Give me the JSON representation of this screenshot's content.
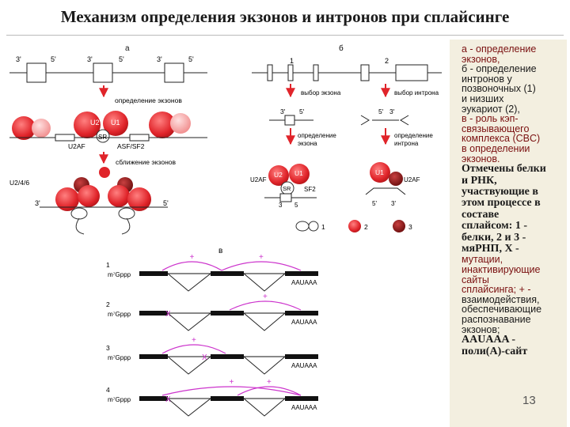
{
  "title": "Механизм определения экзонов и интронов при сплайсинге",
  "slide_number": "13",
  "colors": {
    "red": "#e0242a",
    "pink": "#f4a0a0",
    "dark": "#8b1212",
    "magenta": "#cc33cc",
    "panel": "#f3efe0"
  },
  "panel_a": {
    "letter": "а",
    "sites": [
      "3'",
      "5'",
      "3'",
      "5'",
      "3'",
      "5'"
    ],
    "step1": "определение экзонов",
    "u2": "U2",
    "u1": "U1",
    "sr": "SR",
    "u2af": "U2AF",
    "asf": "ASF/SF2",
    "step2": "сближение экзонов",
    "u246": "U2/4/6",
    "left_3": "3'",
    "right_5": "5'"
  },
  "panel_b": {
    "letter": "б",
    "num1": "1",
    "num2": "2",
    "choice_exon": "выбор экзона",
    "choice_intron": "выбор интрона",
    "mid_3": "3'",
    "mid_5": "5'",
    "r_5": "5'",
    "r_3": "3'",
    "def_exon_1": "определение",
    "def_exon_2": "экзона",
    "def_intron_1": "определение",
    "def_intron_2": "интрона",
    "u2": "U2",
    "u1": "U1",
    "sr": "SR",
    "sf2": "SF2",
    "u2af_l": "U2AF",
    "u1_r": "U1",
    "u2af_r": "U2AF",
    "bot_3": "3",
    "bot_5": "5",
    "r_bot_3": "3'",
    "r_bot_5": "5'",
    "legend": [
      "1",
      "2",
      "3"
    ]
  },
  "panel_c": {
    "letter": "в",
    "rows": [
      {
        "num": "1",
        "cap": "m⁷Gppp",
        "polyA": "AAUAAA"
      },
      {
        "num": "2",
        "cap": "m⁷Gppp",
        "polyA": "AAUAAA"
      },
      {
        "num": "3",
        "cap": "m⁷Gppp",
        "polyA": "AAUAAA"
      },
      {
        "num": "4",
        "cap": "m⁷Gppp",
        "polyA": "AAUAAA"
      }
    ],
    "plus": "+",
    "x": "X"
  },
  "legend_text": [
    {
      "t": "а - определение",
      "c": "dark"
    },
    {
      "t": "экзонов,",
      "c": "dark"
    },
    {
      "t": "б - определение",
      "c": ""
    },
    {
      "t": "интронов у",
      "c": ""
    },
    {
      "t": "позвоночных (1)",
      "c": ""
    },
    {
      "t": "и низших",
      "c": ""
    },
    {
      "t": "эукариот (2),",
      "c": ""
    },
    {
      "t": "в - роль кэп-",
      "c": "dark"
    },
    {
      "t": "связывающего",
      "c": "dark"
    },
    {
      "t": "комплекса (CBC)",
      "c": "dark"
    },
    {
      "t": "в определении",
      "c": "dark"
    },
    {
      "t": "экзонов.",
      "c": "dark"
    },
    {
      "t": "Отмечены белки",
      "c": "bold"
    },
    {
      "t": "и РНК,",
      "c": "bold"
    },
    {
      "t": "участвующие в",
      "c": "bold"
    },
    {
      "t": "этом процессе в",
      "c": "bold"
    },
    {
      "t": "составе",
      "c": "bold"
    },
    {
      "t": "сплайсом: 1 -",
      "c": "bold"
    },
    {
      "t": "белки, 2 и 3 -",
      "c": "bold"
    },
    {
      "t": "мяРНП, X -",
      "c": "bold"
    },
    {
      "t": "мутации,",
      "c": "dark"
    },
    {
      "t": "инактивирующие",
      "c": "dark"
    },
    {
      "t": "сайты",
      "c": "dark"
    },
    {
      "t": "сплайсинга; + -",
      "c": "dark"
    },
    {
      "t": "взаимодействия,",
      "c": ""
    },
    {
      "t": "обеспечивающие",
      "c": ""
    },
    {
      "t": "распознавание",
      "c": ""
    },
    {
      "t": "экзонов;",
      "c": ""
    },
    {
      "t": "AAUAAA -",
      "c": "bold"
    },
    {
      "t": "поли(А)-сайт",
      "c": "bold"
    }
  ]
}
